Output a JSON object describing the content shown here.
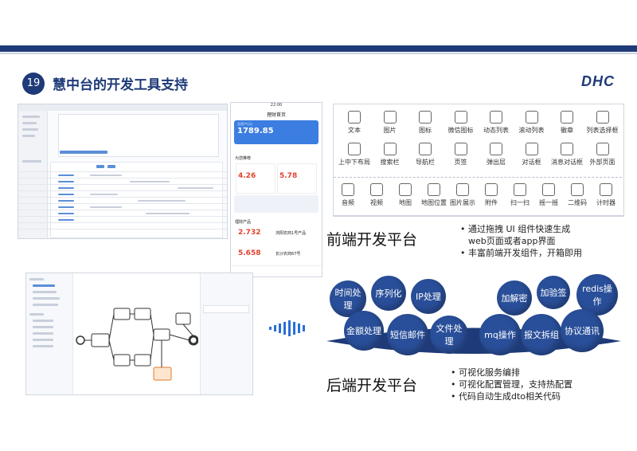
{
  "slide": {
    "number": "19",
    "title": "慧中台的开发工具支持",
    "logo": "DHC"
  },
  "frontend": {
    "icons_row1": [
      {
        "label": "文本",
        "icon": "text-icon"
      },
      {
        "label": "图片",
        "icon": "image-icon"
      },
      {
        "label": "图标",
        "icon": "smile-icon"
      },
      {
        "label": "微信图标",
        "icon": "wechat-icon"
      },
      {
        "label": "动态列表",
        "icon": "list-icon"
      },
      {
        "label": "滚动列表",
        "icon": "scroll-list-icon"
      },
      {
        "label": "徽章",
        "icon": "badge-icon"
      },
      {
        "label": "列表选择框",
        "icon": "list-select-icon"
      }
    ],
    "icons_row2": [
      {
        "label": "上中下布局",
        "icon": "layout-icon"
      },
      {
        "label": "搜索栏",
        "icon": "search-icon"
      },
      {
        "label": "导航栏",
        "icon": "nav-icon"
      },
      {
        "label": "页签",
        "icon": "tab-icon"
      },
      {
        "label": "弹出层",
        "icon": "popup-icon"
      },
      {
        "label": "对话框",
        "icon": "dialog-icon"
      },
      {
        "label": "消息对话框",
        "icon": "message-dialog-icon"
      },
      {
        "label": "外部页面",
        "icon": "external-page-icon"
      }
    ],
    "icons_row3": [
      {
        "label": "音频",
        "icon": "audio-icon"
      },
      {
        "label": "视频",
        "icon": "video-icon"
      },
      {
        "label": "地图",
        "icon": "map-icon"
      },
      {
        "label": "地图位置",
        "icon": "map-pin-icon"
      },
      {
        "label": "图片展示",
        "icon": "gallery-icon"
      },
      {
        "label": "附件",
        "icon": "attachment-icon"
      },
      {
        "label": "扫一扫",
        "icon": "scan-icon"
      },
      {
        "label": "摇一摇",
        "icon": "shake-icon"
      },
      {
        "label": "二维码",
        "icon": "qrcode-icon"
      },
      {
        "label": "计时器",
        "icon": "timer-icon"
      }
    ],
    "title": "前端开发平台",
    "bullets": [
      "通过拖拽 UI 组件快速生成",
      "web页面或者app界面",
      "丰富前端开发组件，开箱即用"
    ]
  },
  "backend": {
    "bubbles_left": [
      "时间处理",
      "序列化",
      "IP处理",
      "金额处理",
      "短信邮件",
      "文件处理"
    ],
    "bubbles_right": [
      "加解密",
      "加验签",
      "redis操作",
      "mq操作",
      "报文拆组",
      "协议通讯"
    ],
    "title": "后端开发平台",
    "bullets": [
      "可视化服务编排",
      "可视化配置管理，支持热配置",
      "代码自动生成dto相关代码"
    ]
  },
  "phone": {
    "time": "22:00",
    "header": "理财首页",
    "balance_label": "总资产(元)",
    "balance": "1789.85",
    "recommend": "为您推荐",
    "rate1": "4.26",
    "rate2": "5.78",
    "products": "理财产品",
    "p_rate1": "2.732",
    "p_name1": "浏阳农商1号产品",
    "p_rate2": "5.658",
    "p_name2": "长沙农商67号"
  }
}
